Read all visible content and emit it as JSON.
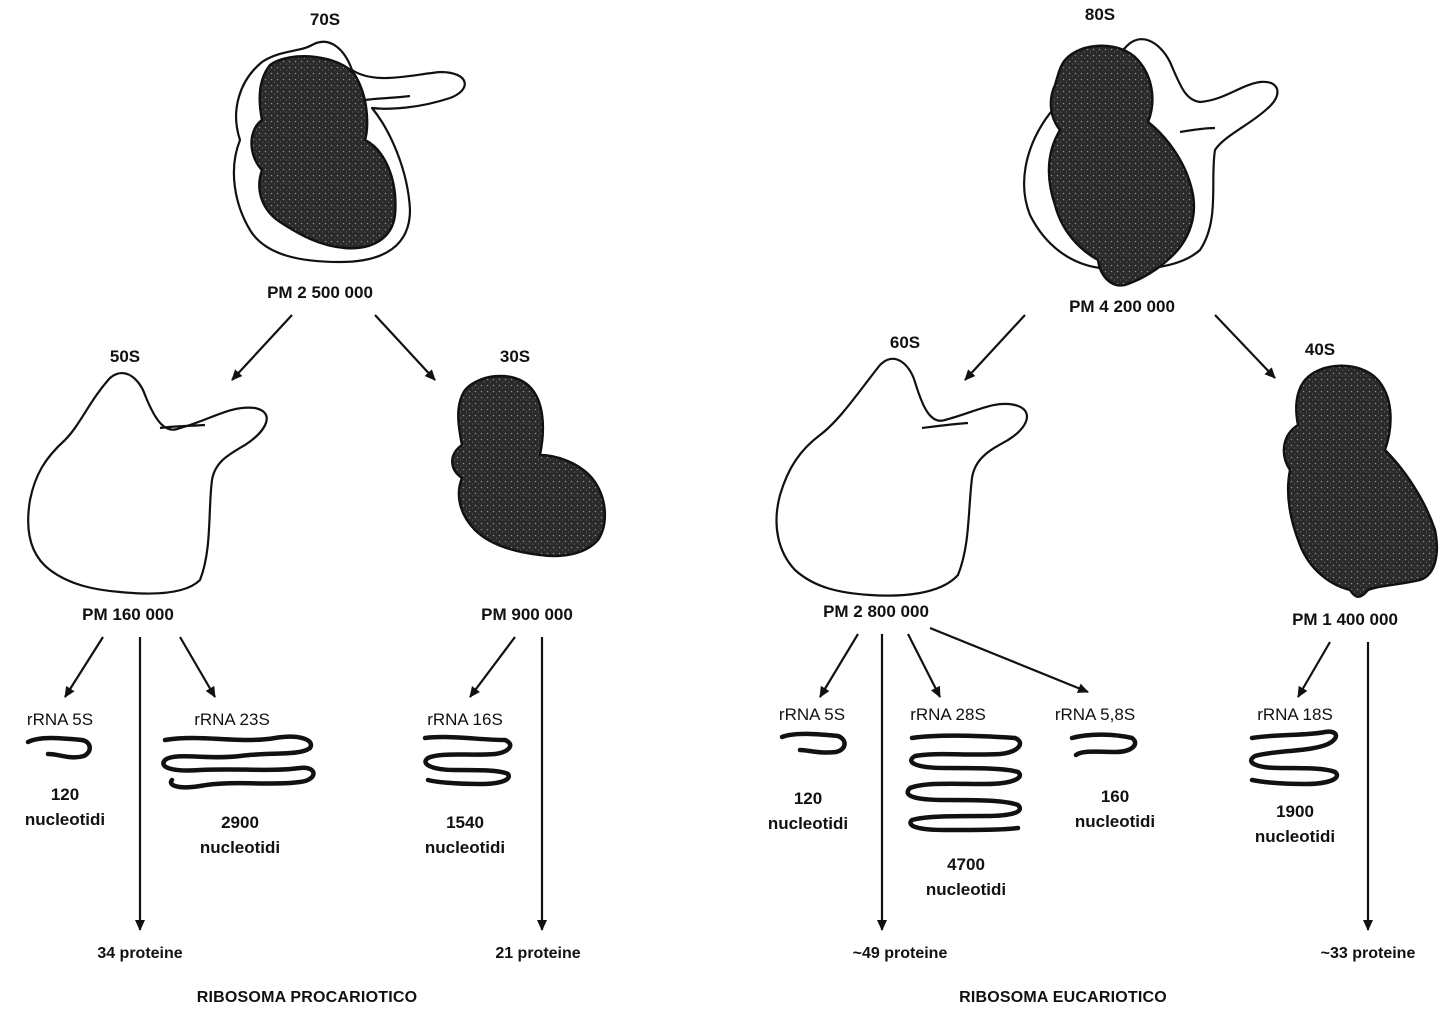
{
  "prokaryote": {
    "title": "RIBOSOMA PROCARIOTICO",
    "whole": {
      "label": "70S",
      "mass": "PM 2 500 000"
    },
    "large": {
      "label": "50S",
      "mass": "PM 160 000"
    },
    "small": {
      "label": "30S",
      "mass": "PM 900 000"
    },
    "rna_5s": {
      "label": "rRNA 5S",
      "count": "120",
      "unit": "nucleotidi"
    },
    "rna_23s": {
      "label": "rRNA 23S",
      "count": "2900",
      "unit": "nucleotidi"
    },
    "rna_16s": {
      "label": "rRNA 16S",
      "count": "1540",
      "unit": "nucleotidi"
    },
    "proteins_large": "34 proteine",
    "proteins_small": "21 proteine"
  },
  "eukaryote": {
    "title": "RIBOSOMA EUCARIOTICO",
    "whole": {
      "label": "80S",
      "mass": "PM 4 200 000"
    },
    "large": {
      "label": "60S",
      "mass": "PM 2 800 000"
    },
    "small": {
      "label": "40S",
      "mass": "PM 1 400 000"
    },
    "rna_5s": {
      "label": "rRNA 5S",
      "count": "120",
      "unit": "nucleotidi"
    },
    "rna_28s": {
      "label": "rRNA 28S",
      "count": "4700",
      "unit": "nucleotidi"
    },
    "rna_58s": {
      "label": "rRNA 5,8S",
      "count": "160",
      "unit": "nucleotidi"
    },
    "rna_18s": {
      "label": "rRNA 18S",
      "count": "1900",
      "unit": "nucleotidi"
    },
    "proteins_large": "~49 proteine",
    "proteins_small": "~33 proteine"
  }
}
